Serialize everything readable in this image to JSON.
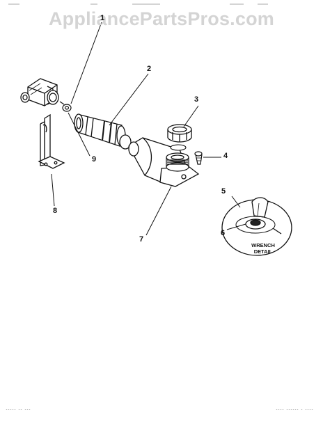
{
  "watermark": "AppliancePartsPros.com",
  "callouts": {
    "c1": "1",
    "c2": "2",
    "c3": "3",
    "c4": "4",
    "c5": "5",
    "c6": "6",
    "c7": "7",
    "c8": "8",
    "c9": "9"
  },
  "detail": {
    "line1": "WRENCH",
    "line2": "DETAIL"
  },
  "footer": {
    "left": "----- -- ---",
    "right": "---- ------ - ----"
  }
}
